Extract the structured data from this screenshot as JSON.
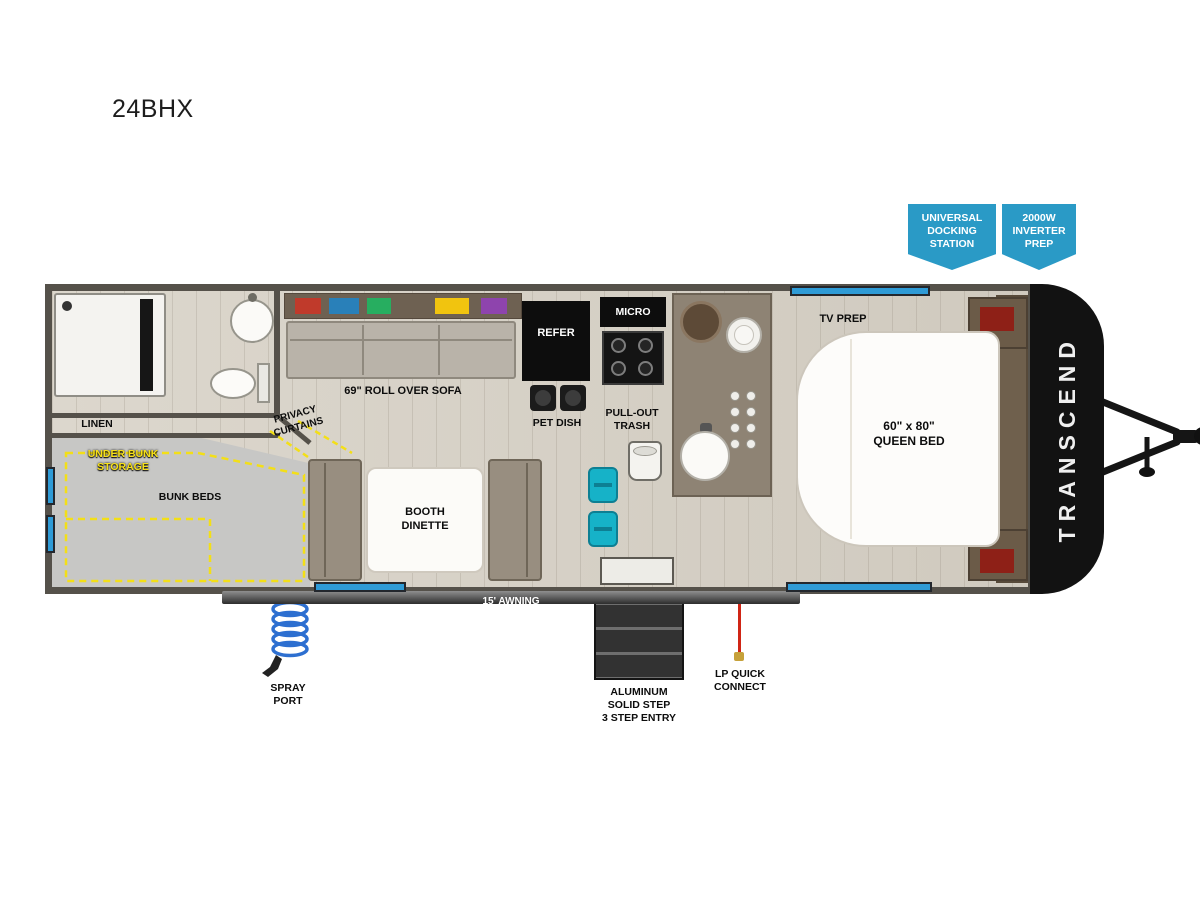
{
  "title": "24BHX",
  "badges": {
    "docking": {
      "lines": [
        "UNIVERSAL",
        "DOCKING",
        "STATION"
      ]
    },
    "inverter": {
      "lines": [
        "2000W",
        "INVERTER",
        "PREP"
      ]
    }
  },
  "brand": "TRANSCEND",
  "rooms": {
    "linen": "LINEN",
    "privacy_curtains_lines": [
      "PRIVACY",
      "CURTAINS"
    ],
    "under_bunk_storage": "UNDER BUNK STORAGE",
    "bunk_beds": "BUNK BEDS",
    "sofa": "69\" ROLL OVER SOFA",
    "refer": "REFER",
    "pet_dish": "PET DISH",
    "micro": "MICRO",
    "pull_out_trash_lines": [
      "PULL-OUT",
      "TRASH"
    ],
    "tv_prep": "TV PREP",
    "queen_bed_lines": [
      "60\" x 80\"",
      "QUEEN BED"
    ],
    "booth_dinette_lines": [
      "BOOTH",
      "DINETTE"
    ],
    "awning": "15' AWNING"
  },
  "exterior": {
    "spray_port_lines": [
      "SPRAY",
      "PORT"
    ],
    "steps_lines": [
      "ALUMINUM",
      "SOLID STEP",
      "3 STEP ENTRY"
    ],
    "lp_lines": [
      "LP QUICK",
      "CONNECT"
    ]
  },
  "colors": {
    "badge_blue": "#2a9ac6",
    "window_blue": "#2f9bd6",
    "dash_yellow": "#f3df17",
    "wall_gray": "#55514a",
    "floor_tan": "#d8d3c9",
    "accent_red": "#8e2017",
    "hose_blue": "#2d6fd0",
    "lp_red": "#d02515"
  }
}
